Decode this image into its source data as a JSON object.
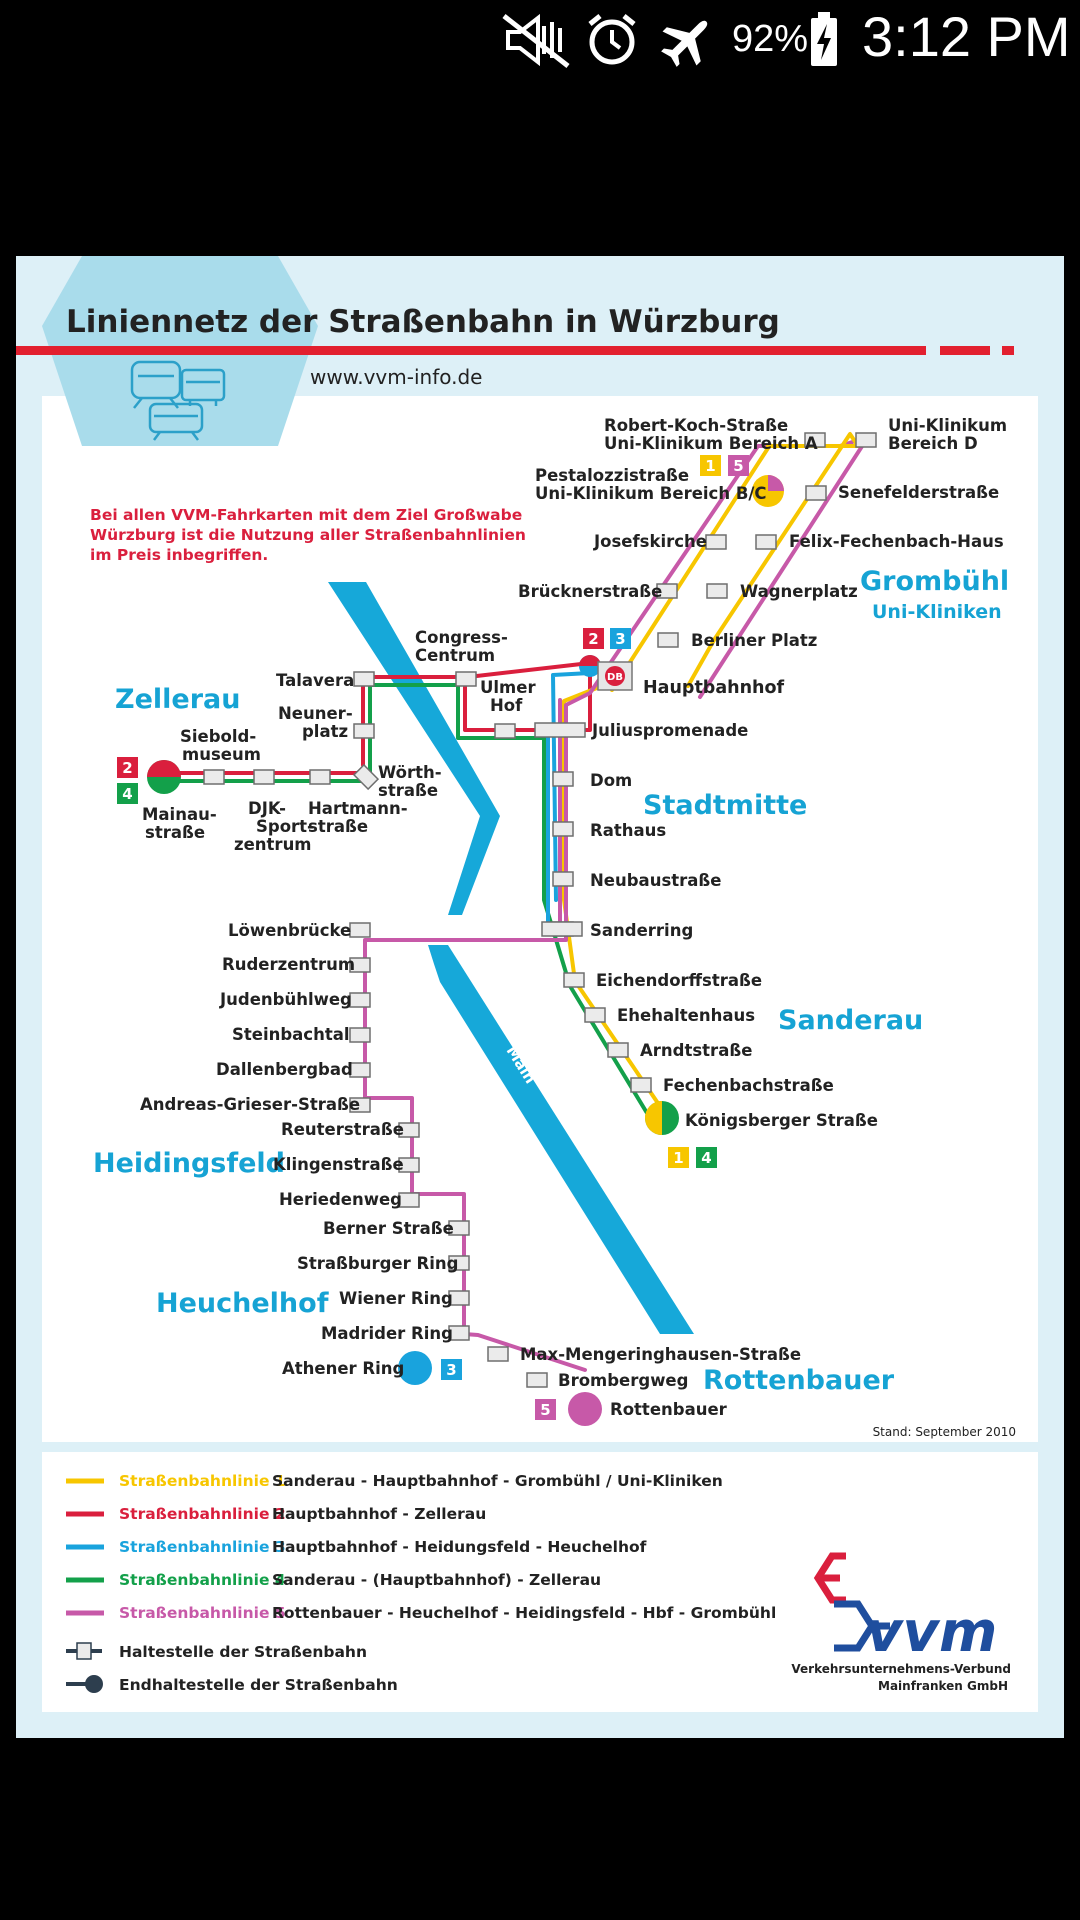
{
  "status_bar": {
    "icons": [
      "mute-icon",
      "alarm-icon",
      "airplane-mode-icon",
      "battery-charging-icon"
    ],
    "battery": "92%",
    "time": "3:12 PM"
  },
  "map": {
    "title": "Liniennetz der Straßenbahn in Würzburg",
    "url": "www.vvm-info.de",
    "notice": [
      "Bei allen VVM-Fahrkarten mit dem Ziel Großwabe",
      "Würzburg ist die Nutzung aller Straßenbahnlinien",
      "im Preis inbegriffen."
    ],
    "river_label": "Main",
    "districts": {
      "zellerau": "Zellerau",
      "grombuehl": "Grombühl",
      "uni_kliniken": "Uni-Kliniken",
      "stadtmitte": "Stadtmitte",
      "sanderau": "Sanderau",
      "heidingsfeld": "Heidingsfeld",
      "heuchelhof": "Heuchelhof",
      "rottenbauer": "Rottenbauer"
    },
    "stations": {
      "robert_koch": [
        "Robert-Koch-Straße",
        "Uni-Klinikum Bereich A"
      ],
      "uni_klinikum_d": [
        "Uni-Klinikum",
        "Bereich D"
      ],
      "pestalozzi": [
        "Pestalozzistraße",
        "Uni-Klinikum Bereich B/C"
      ],
      "senefelder": "Senefelderstraße",
      "josefskirche": "Josefskirche",
      "felix_fechenbach": "Felix-Fechenbach-Haus",
      "brueckner": "Brücknerstraße",
      "wagnerplatz": "Wagnerplatz",
      "berliner_platz": "Berliner Platz",
      "hauptbahnhof": "Hauptbahnhof",
      "hbf_badge": "DB",
      "congress": [
        "Congress-",
        "Centrum"
      ],
      "ulmer_hof": [
        "Ulmer",
        "Hof"
      ],
      "juliuspromenade": "Juliuspromenade",
      "talavera": "Talavera",
      "neunerplatz": [
        "Neuner-",
        "platz"
      ],
      "siebold": [
        "Siebold-",
        "museum"
      ],
      "woerth": [
        "Wörth-",
        "straße"
      ],
      "mainau": [
        "Mainau-",
        "straße"
      ],
      "djk": [
        "DJK-",
        "Sport-",
        "zentrum"
      ],
      "hartmann": [
        "Hartmann-",
        "straße"
      ],
      "dom": "Dom",
      "rathaus": "Rathaus",
      "neubau": "Neubaustraße",
      "sanderring": "Sanderring",
      "loewenbruecke": "Löwenbrücke",
      "eichendorff": "Eichendorffstraße",
      "ehehalten": "Ehehaltenhaus",
      "arndt": "Arndtstraße",
      "fechenbach": "Fechenbachstraße",
      "koenigsberger": "Königsberger Straße",
      "ruderzentrum": "Ruderzentrum",
      "judenbuehl": "Judenbühlweg",
      "steinbachtal": "Steinbachtal",
      "dallenberg": "Dallenbergbad",
      "andreas": "Andreas-Grieser-Straße",
      "reuter": "Reuterstraße",
      "klingen": "Klingenstraße",
      "heriedenweg": "Heriedenweg",
      "berner": "Berner Straße",
      "strassburger": "Straßburger Ring",
      "wiener": "Wiener Ring",
      "madrider": "Madrider Ring",
      "athener": "Athener Ring",
      "max_menger": "Max-Mengeringhausen-Straße",
      "bromberg": "Brombergweg",
      "rottenbauer": "Rottenbauer"
    },
    "badges": {
      "uni_line1": "1",
      "uni_line5": "5",
      "hbf_line2": "2",
      "hbf_line3": "3",
      "zellerau_line2": "2",
      "zellerau_line4": "4",
      "sanderau_line1": "1",
      "sanderau_line4": "4",
      "athener_line3": "3",
      "rottenbauer_line5": "5"
    },
    "stand": "Stand: September 2010"
  },
  "legend": {
    "lines": [
      {
        "name": "Straßenbahnlinie 1",
        "route": "Sanderau - Hauptbahnhof - Grombühl / Uni-Kliniken",
        "color": "#F7C600"
      },
      {
        "name": "Straßenbahnlinie 2",
        "route": "Hauptbahnhof - Zellerau",
        "color": "#DA1F3D"
      },
      {
        "name": "Straßenbahnlinie 3",
        "route": "Hauptbahnhof - Heidungsfeld - Heuchelhof",
        "color": "#19A3DD"
      },
      {
        "name": "Straßenbahnlinie 4",
        "route": "Sanderau - (Hauptbahnhof) - Zellerau",
        "color": "#13A04A"
      },
      {
        "name": "Straßenbahnlinie 5",
        "route": "Rottenbauer - Heuchelhof - Heidingsfeld - Hbf - Grombühl",
        "color": "#C759A8"
      }
    ],
    "stop": "Haltestelle der Straßenbahn",
    "terminal": "Endhaltestelle der Straßenbahn"
  },
  "logo": {
    "wordmark": "vvm",
    "company": [
      "Verkehrsunternehmens-Verbund",
      "Mainfranken GmbH"
    ]
  },
  "colors": {
    "line1": "#F7C600",
    "line2": "#DA1F3D",
    "line3": "#19A3DD",
    "line4": "#13A04A",
    "line5": "#C759A8",
    "river": "#16A8D9",
    "district": "#16A3D4",
    "title_bar": "#E2202F",
    "frame": "#DDF0F7"
  }
}
